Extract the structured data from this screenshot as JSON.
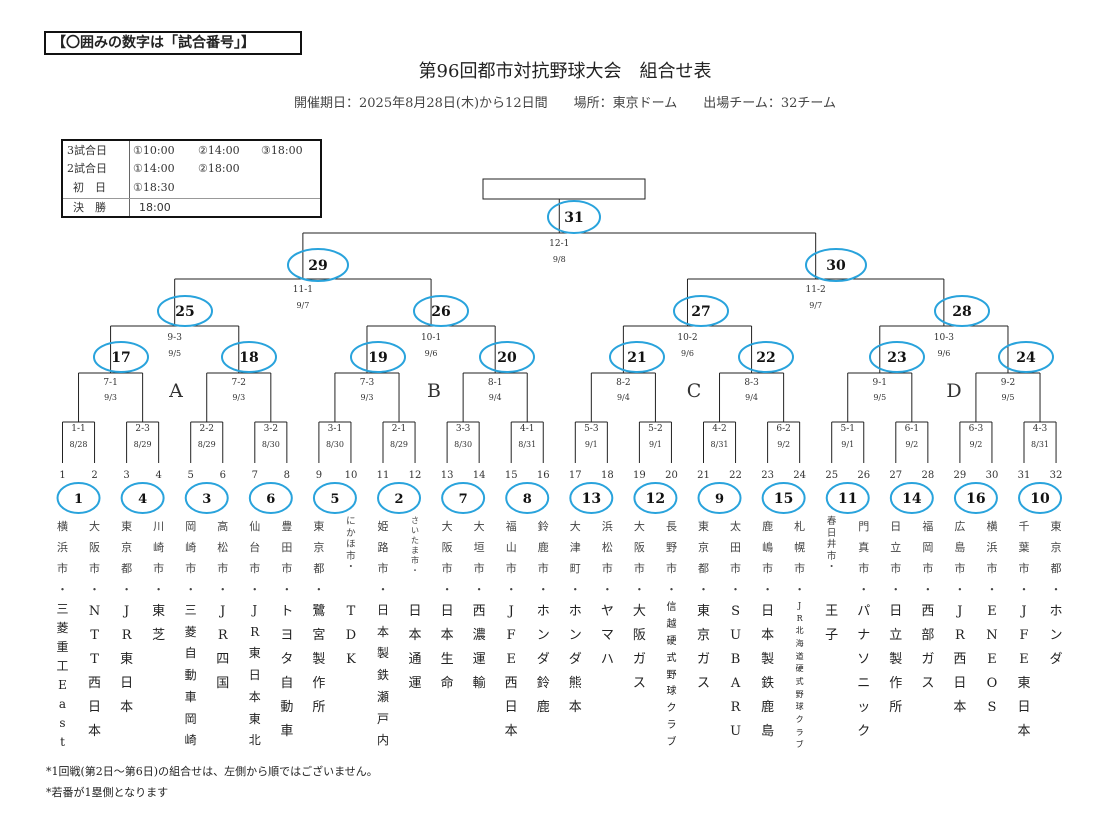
{
  "header": {
    "legend_note": "【〇囲みの数字は「試合番号」】",
    "title": "第96回都市対抗野球大会　組合せ表",
    "subtitle": "開催期日：2025年8月28日(木)から12日間　　場所：東京ドーム　　出場チーム：32チーム"
  },
  "schedule": {
    "rows": [
      {
        "label": "3試合日",
        "times": [
          "①10:00",
          "②14:00",
          "③18:00"
        ]
      },
      {
        "label": "2試合日",
        "times": [
          "①14:00",
          "②18:00"
        ]
      },
      {
        "label": "初　日",
        "times": [
          "①18:30"
        ]
      },
      {
        "label": "決　勝",
        "times": [
          "18:00"
        ]
      }
    ]
  },
  "blocks": [
    "A",
    "B",
    "C",
    "D"
  ],
  "teams": [
    {
      "pos": "1",
      "city": "横浜市",
      "name": "三菱重工East"
    },
    {
      "pos": "2",
      "city": "大阪市",
      "name": "NTT西日本"
    },
    {
      "pos": "3",
      "city": "東京都",
      "name": "JR東日本"
    },
    {
      "pos": "4",
      "city": "川崎市",
      "name": "東芝"
    },
    {
      "pos": "5",
      "city": "岡崎市",
      "name": "三菱自動車岡崎"
    },
    {
      "pos": "6",
      "city": "高松市",
      "name": "JR四国"
    },
    {
      "pos": "7",
      "city": "仙台市",
      "name": "JR東日本東北"
    },
    {
      "pos": "8",
      "city": "豊田市",
      "name": "トヨタ自動車"
    },
    {
      "pos": "9",
      "city": "東京都",
      "name": "鷺宮製作所"
    },
    {
      "pos": "10",
      "city": "にかほ市",
      "name": "TDK"
    },
    {
      "pos": "11",
      "city": "姫路市",
      "name": "日本製鉄瀬戸内"
    },
    {
      "pos": "12",
      "city": "さいたま市",
      "name": "日本通運"
    },
    {
      "pos": "13",
      "city": "大阪市",
      "name": "日本生命"
    },
    {
      "pos": "14",
      "city": "大垣市",
      "name": "西濃運輸"
    },
    {
      "pos": "15",
      "city": "福山市",
      "name": "JFE西日本"
    },
    {
      "pos": "16",
      "city": "鈴鹿市",
      "name": "ホンダ鈴鹿"
    },
    {
      "pos": "17",
      "city": "大津町",
      "name": "ホンダ熊本"
    },
    {
      "pos": "18",
      "city": "浜松市",
      "name": "ヤマハ"
    },
    {
      "pos": "19",
      "city": "大阪市",
      "name": "大阪ガス"
    },
    {
      "pos": "20",
      "city": "長野市",
      "name": "信越硬式野球クラブ"
    },
    {
      "pos": "21",
      "city": "東京都",
      "name": "東京ガス"
    },
    {
      "pos": "22",
      "city": "太田市",
      "name": "SUBARU"
    },
    {
      "pos": "23",
      "city": "鹿嶋市",
      "name": "日本製鉄鹿島"
    },
    {
      "pos": "24",
      "city": "札幌市",
      "name": "JR北海道硬式野球クラブ"
    },
    {
      "pos": "25",
      "city": "春日井市",
      "name": "王子"
    },
    {
      "pos": "26",
      "city": "門真市",
      "name": "パナソニック"
    },
    {
      "pos": "27",
      "city": "日立市",
      "name": "日立製作所"
    },
    {
      "pos": "28",
      "city": "福岡市",
      "name": "西部ガス"
    },
    {
      "pos": "29",
      "city": "広島市",
      "name": "JR西日本"
    },
    {
      "pos": "30",
      "city": "横浜市",
      "name": "ENEOS"
    },
    {
      "pos": "31",
      "city": "千葉市",
      "name": "JFE東日本"
    },
    {
      "pos": "32",
      "city": "東京都",
      "name": "ホンダ"
    }
  ],
  "round1": [
    {
      "game": "1",
      "code": "1-1",
      "date": "8/28"
    },
    {
      "game": "4",
      "code": "2-3",
      "date": "8/29"
    },
    {
      "game": "3",
      "code": "2-2",
      "date": "8/29"
    },
    {
      "game": "6",
      "code": "3-2",
      "date": "8/30"
    },
    {
      "game": "5",
      "code": "3-1",
      "date": "8/30"
    },
    {
      "game": "2",
      "code": "2-1",
      "date": "8/29"
    },
    {
      "game": "7",
      "code": "3-3",
      "date": "8/30"
    },
    {
      "game": "8",
      "code": "4-1",
      "date": "8/31"
    },
    {
      "game": "13",
      "code": "5-3",
      "date": "9/1"
    },
    {
      "game": "12",
      "code": "5-2",
      "date": "9/1"
    },
    {
      "game": "9",
      "code": "4-2",
      "date": "8/31"
    },
    {
      "game": "15",
      "code": "6-2",
      "date": "9/2"
    },
    {
      "game": "11",
      "code": "5-1",
      "date": "9/1"
    },
    {
      "game": "14",
      "code": "6-1",
      "date": "9/2"
    },
    {
      "game": "16",
      "code": "6-3",
      "date": "9/2"
    },
    {
      "game": "10",
      "code": "4-3",
      "date": "8/31"
    }
  ],
  "round2": [
    {
      "game": "17",
      "code": "7-1",
      "date": "9/3"
    },
    {
      "game": "18",
      "code": "7-2",
      "date": "9/3"
    },
    {
      "game": "19",
      "code": "7-3",
      "date": "9/3"
    },
    {
      "game": "20",
      "code": "8-1",
      "date": "9/4"
    },
    {
      "game": "21",
      "code": "8-2",
      "date": "9/4"
    },
    {
      "game": "22",
      "code": "8-3",
      "date": "9/4"
    },
    {
      "game": "23",
      "code": "9-1",
      "date": "9/5"
    },
    {
      "game": "24",
      "code": "9-2",
      "date": "9/5"
    }
  ],
  "round3": [
    {
      "game": "25",
      "code": "9-3",
      "date": "9/5"
    },
    {
      "game": "26",
      "code": "10-1",
      "date": "9/6"
    },
    {
      "game": "27",
      "code": "10-2",
      "date": "9/6"
    },
    {
      "game": "28",
      "code": "10-3",
      "date": "9/6"
    }
  ],
  "semifinal": [
    {
      "game": "29",
      "code": "11-1",
      "date": "9/7"
    },
    {
      "game": "30",
      "code": "11-2",
      "date": "9/7"
    }
  ],
  "final": {
    "game": "31",
    "code": "12-1",
    "date": "9/8"
  },
  "footnotes": [
    "*1回戦(第2日～第6日)の組合せは、左側から順ではございません。",
    "*若番が1塁側となります"
  ],
  "colors": {
    "circle": "#29a3dc",
    "line": "#222222"
  }
}
